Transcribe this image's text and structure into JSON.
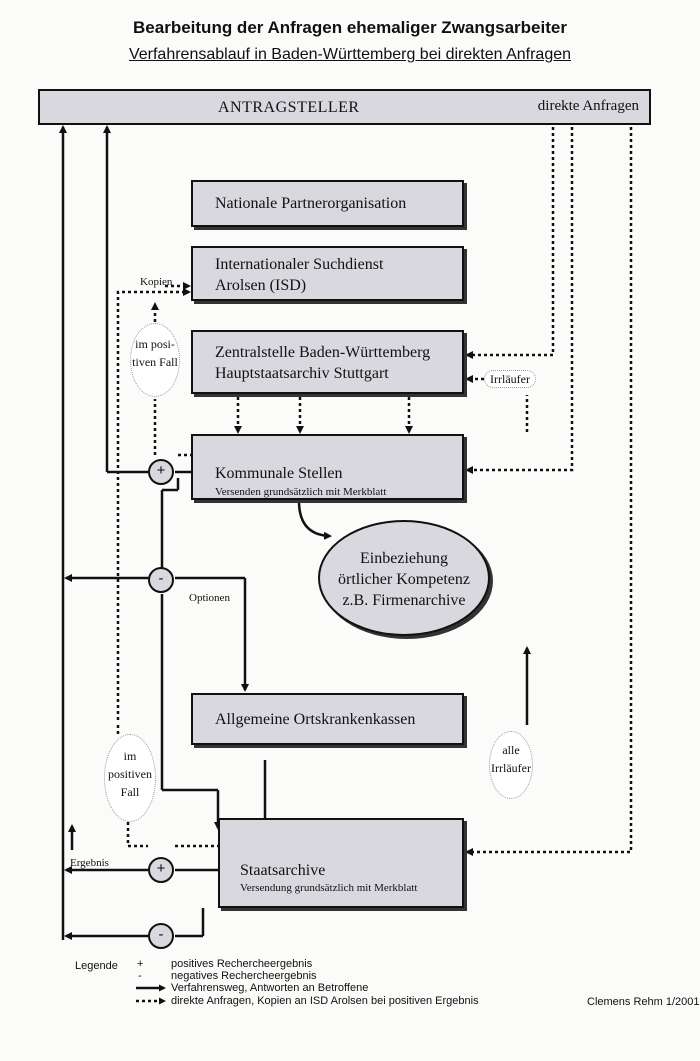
{
  "title": "Bearbeitung der Anfragen ehemaliger Zwangsarbeiter",
  "subtitle": "Verfahrensablauf in Baden-Württemberg bei direkten Anfragen",
  "boxes": {
    "antragsteller": "ANTRAGSTELLER",
    "direkte_anfragen": "direkte Anfragen",
    "nationale": "Nationale Partnerorganisation",
    "isd_line1": "Internationaler Suchdienst",
    "isd_line2": "Arolsen (ISD)",
    "zbw_line1": "Zentralstelle Baden-Württemberg",
    "zbw_line2": "Hauptstaatsarchiv Stuttgart",
    "kommunale": "Kommunale Stellen",
    "kommunale_sub": "Versenden grundsätzlich mit Merkblatt",
    "aok": "Allgemeine Ortskrankenkassen",
    "staatsarchive": "Staatsarchive",
    "staatsarchive_sub": "Versendung grundsätzlich mit Merkblatt"
  },
  "ellipse": {
    "line1": "Einbeziehung",
    "line2": "örtlicher Kompetenz",
    "line3": "z.B. Firmenarchive"
  },
  "bubbles": {
    "im_pos_1a": "im posi-",
    "im_pos_1b": "tiven Fall",
    "im_pos_2a": "im",
    "im_pos_2b": "positiven",
    "im_pos_2c": "Fall",
    "alle_a": "alle",
    "alle_b": "Irrläufer",
    "irrlaeufer": "Irrläufer"
  },
  "labels": {
    "kopien": "Kopien",
    "optionen": "Optionen",
    "ergebnis": "Ergebnis",
    "plus": "+",
    "minus": "-"
  },
  "legend": {
    "heading": "Legende",
    "plus_sym": "+",
    "plus_text": "positives Rechercheergebnis",
    "minus_sym": "-",
    "minus_text": "negatives Rechercheergebnis",
    "solid_text": "Verfahrensweg, Antworten an Betroffene",
    "dotted_text": "direkte Anfragen, Kopien an ISD Arolsen bei positiven Ergebnis"
  },
  "author": "Clemens Rehm 1/2001"
}
